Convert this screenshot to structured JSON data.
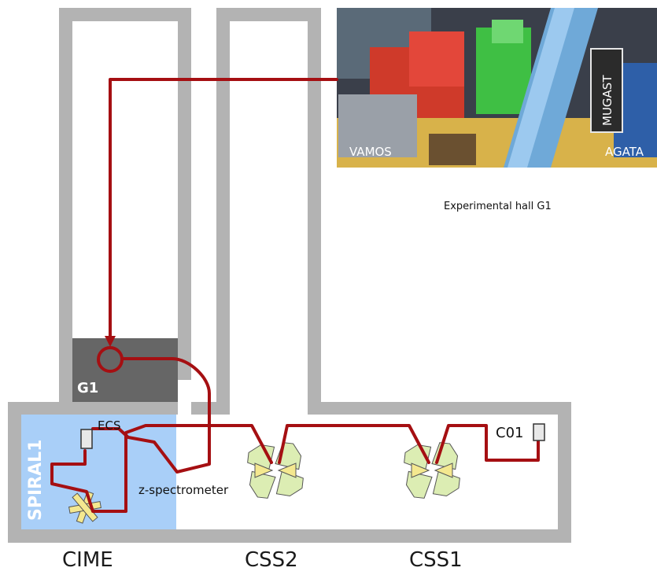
{
  "photo": {
    "caption": "Experimental hall G1",
    "labels": {
      "vamos": "VAMOS",
      "mugast": "MUGAST",
      "agata": "AGATA"
    }
  },
  "rooms": {
    "g1": "G1",
    "spiral1": "SPIRAL1",
    "ecs": "ECS",
    "z_spectrometer": "z-spectrometer",
    "c01": "C01"
  },
  "halls": [
    "CIME",
    "CSS2",
    "CSS1"
  ],
  "colors": {
    "wall": "#b3b3b3",
    "beamline": "#a50f12",
    "spiral1_area": "#a9cff8",
    "g1_area": "#666666",
    "magnet": "#dcedb3",
    "magnet_core": "#f4e88f"
  }
}
